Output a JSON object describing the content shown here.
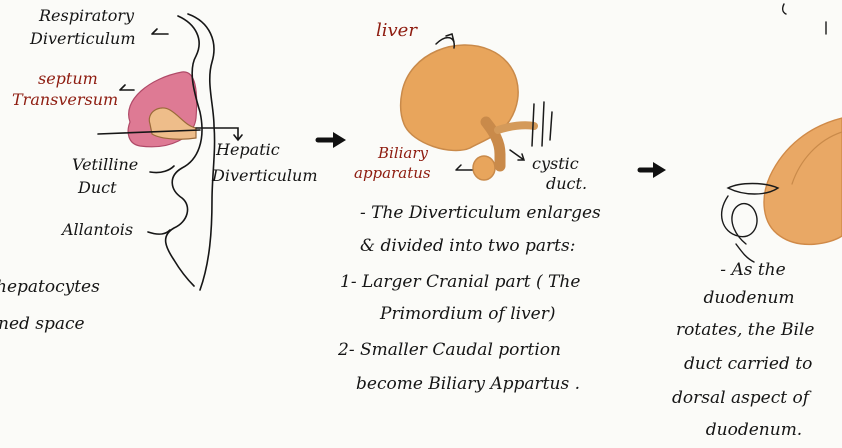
{
  "panel1": {
    "labels": {
      "respiratory": [
        "Respiratory",
        "Diverticulum"
      ],
      "septum": [
        "septum",
        "Transversum"
      ],
      "vitelline": [
        "Vetilline",
        "Duct"
      ],
      "allantois": "Allantois",
      "hepatic": [
        "Hepatic",
        "Diverticulum"
      ]
    },
    "cut_text": [
      "hepatocytes",
      "ned space"
    ]
  },
  "panel2": {
    "labels": {
      "liver": "liver",
      "biliary": [
        "Biliary",
        "apparatus"
      ],
      "cystic": [
        "cystic",
        "duct."
      ]
    },
    "notes": [
      "- The Diverticulum enlarges",
      "& divided into two parts:",
      "1- Larger Cranial part ( The",
      "Primordium of liver)",
      "2- Smaller Caudal portion",
      "become Biliary Appartus ."
    ]
  },
  "panel3": {
    "notes": [
      "- As the",
      "duodenum",
      "rotates, the Bile",
      "duct carried to",
      "dorsal aspect of",
      "duodenum."
    ]
  },
  "arrows": [
    "right-arrow",
    "right-arrow"
  ],
  "colors": {
    "septum": "#de7a94",
    "liver": "#e8a55c",
    "gut": "#e9b67d",
    "ink": "#141414",
    "red_text": "#8e1c10"
  }
}
